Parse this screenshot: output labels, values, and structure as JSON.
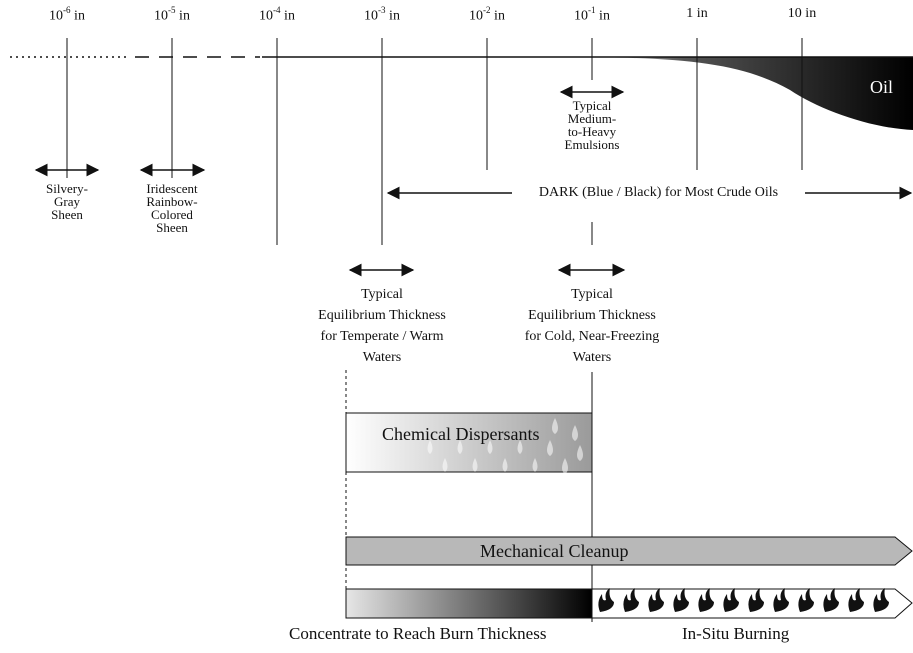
{
  "scale": {
    "ticks": [
      {
        "base": "10",
        "exp": "-6",
        "unit": " in"
      },
      {
        "base": "10",
        "exp": "-5",
        "unit": " in"
      },
      {
        "base": "10",
        "exp": "-4",
        "unit": " in"
      },
      {
        "base": "10",
        "exp": "-3",
        "unit": " in"
      },
      {
        "base": "10",
        "exp": "-2",
        "unit": " in"
      },
      {
        "base": "10",
        "exp": "-1",
        "unit": " in"
      },
      {
        "base": "1",
        "exp": "",
        "unit": " in"
      },
      {
        "base": "10",
        "exp": "",
        "unit": " in"
      }
    ]
  },
  "oil_label": "Oil",
  "appearance": {
    "silvery": [
      "Silvery-",
      "Gray",
      "Sheen"
    ],
    "iridescent": [
      "Iridescent",
      "Rainbow-",
      "Colored",
      "Sheen"
    ],
    "emulsions": [
      "Typical",
      "Medium-",
      "to-Heavy",
      "Emulsions"
    ],
    "dark": "DARK (Blue / Black) for Most Crude Oils"
  },
  "equilibrium": {
    "warm": [
      "Typical",
      "Equilibrium Thickness",
      "for Temperate / Warm",
      "Waters"
    ],
    "cold": [
      "Typical",
      "Equilibrium Thickness",
      "for Cold, Near-Freezing",
      "Waters"
    ]
  },
  "bars": {
    "dispersants": "Chemical Dispersants",
    "mechanical": "Mechanical Cleanup",
    "concentrate": "Concentrate to Reach Burn Thickness",
    "insitu": "In-Situ Burning"
  },
  "colors": {
    "oil_dark": "#111111",
    "mechanical_fill": "#b8b8b8",
    "dispersant_dark": "#9a9a9a"
  }
}
